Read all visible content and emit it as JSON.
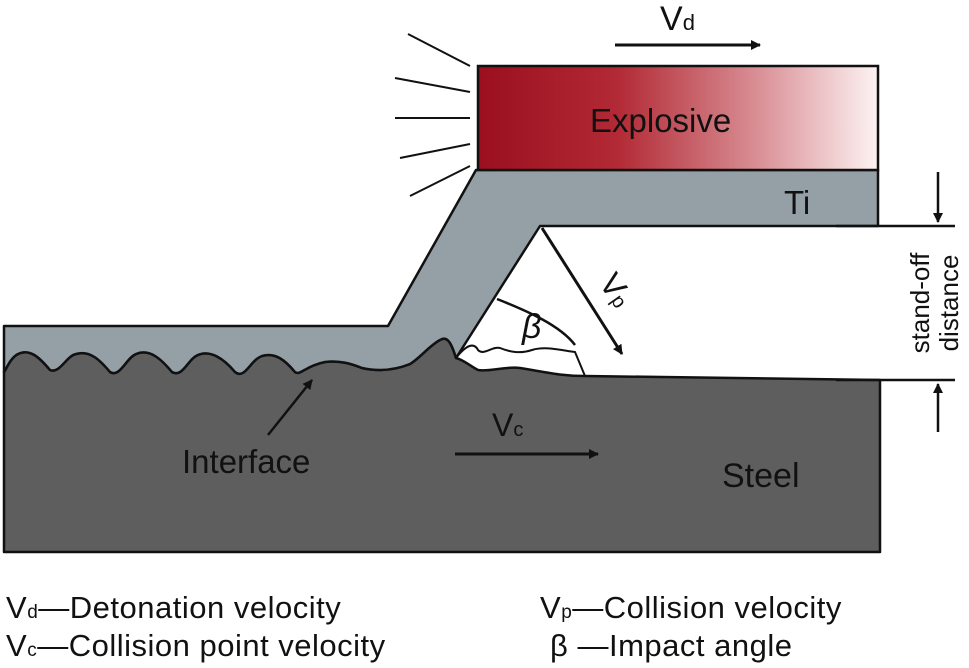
{
  "labels": {
    "vd": "V",
    "vd_sub": "d",
    "explosive": "Explosive",
    "ti": "Ti",
    "vp": "V",
    "vp_sub": "p",
    "beta": "β",
    "vc": "V",
    "vc_sub": "c",
    "interface": "Interface",
    "steel": "Steel",
    "standoff_line1": "stand-off",
    "standoff_line2": "distance"
  },
  "legend": {
    "vd_sym": "V",
    "vd_sub": "d",
    "vd_text": "—Detonation velocity",
    "vp_sym": "V",
    "vp_sub": "p",
    "vp_text": "—Collision velocity",
    "vc_sym": "V",
    "vc_sub": "c",
    "vc_text": "—Collision point velocity",
    "beta_sym": "β",
    "beta_text": " —Impact angle"
  },
  "colors": {
    "explosive_dark": "#9b0f1e",
    "explosive_light": "#fdf3f3",
    "titanium": "#95a0a6",
    "steel": "#5e5e5e",
    "line": "#111111"
  }
}
